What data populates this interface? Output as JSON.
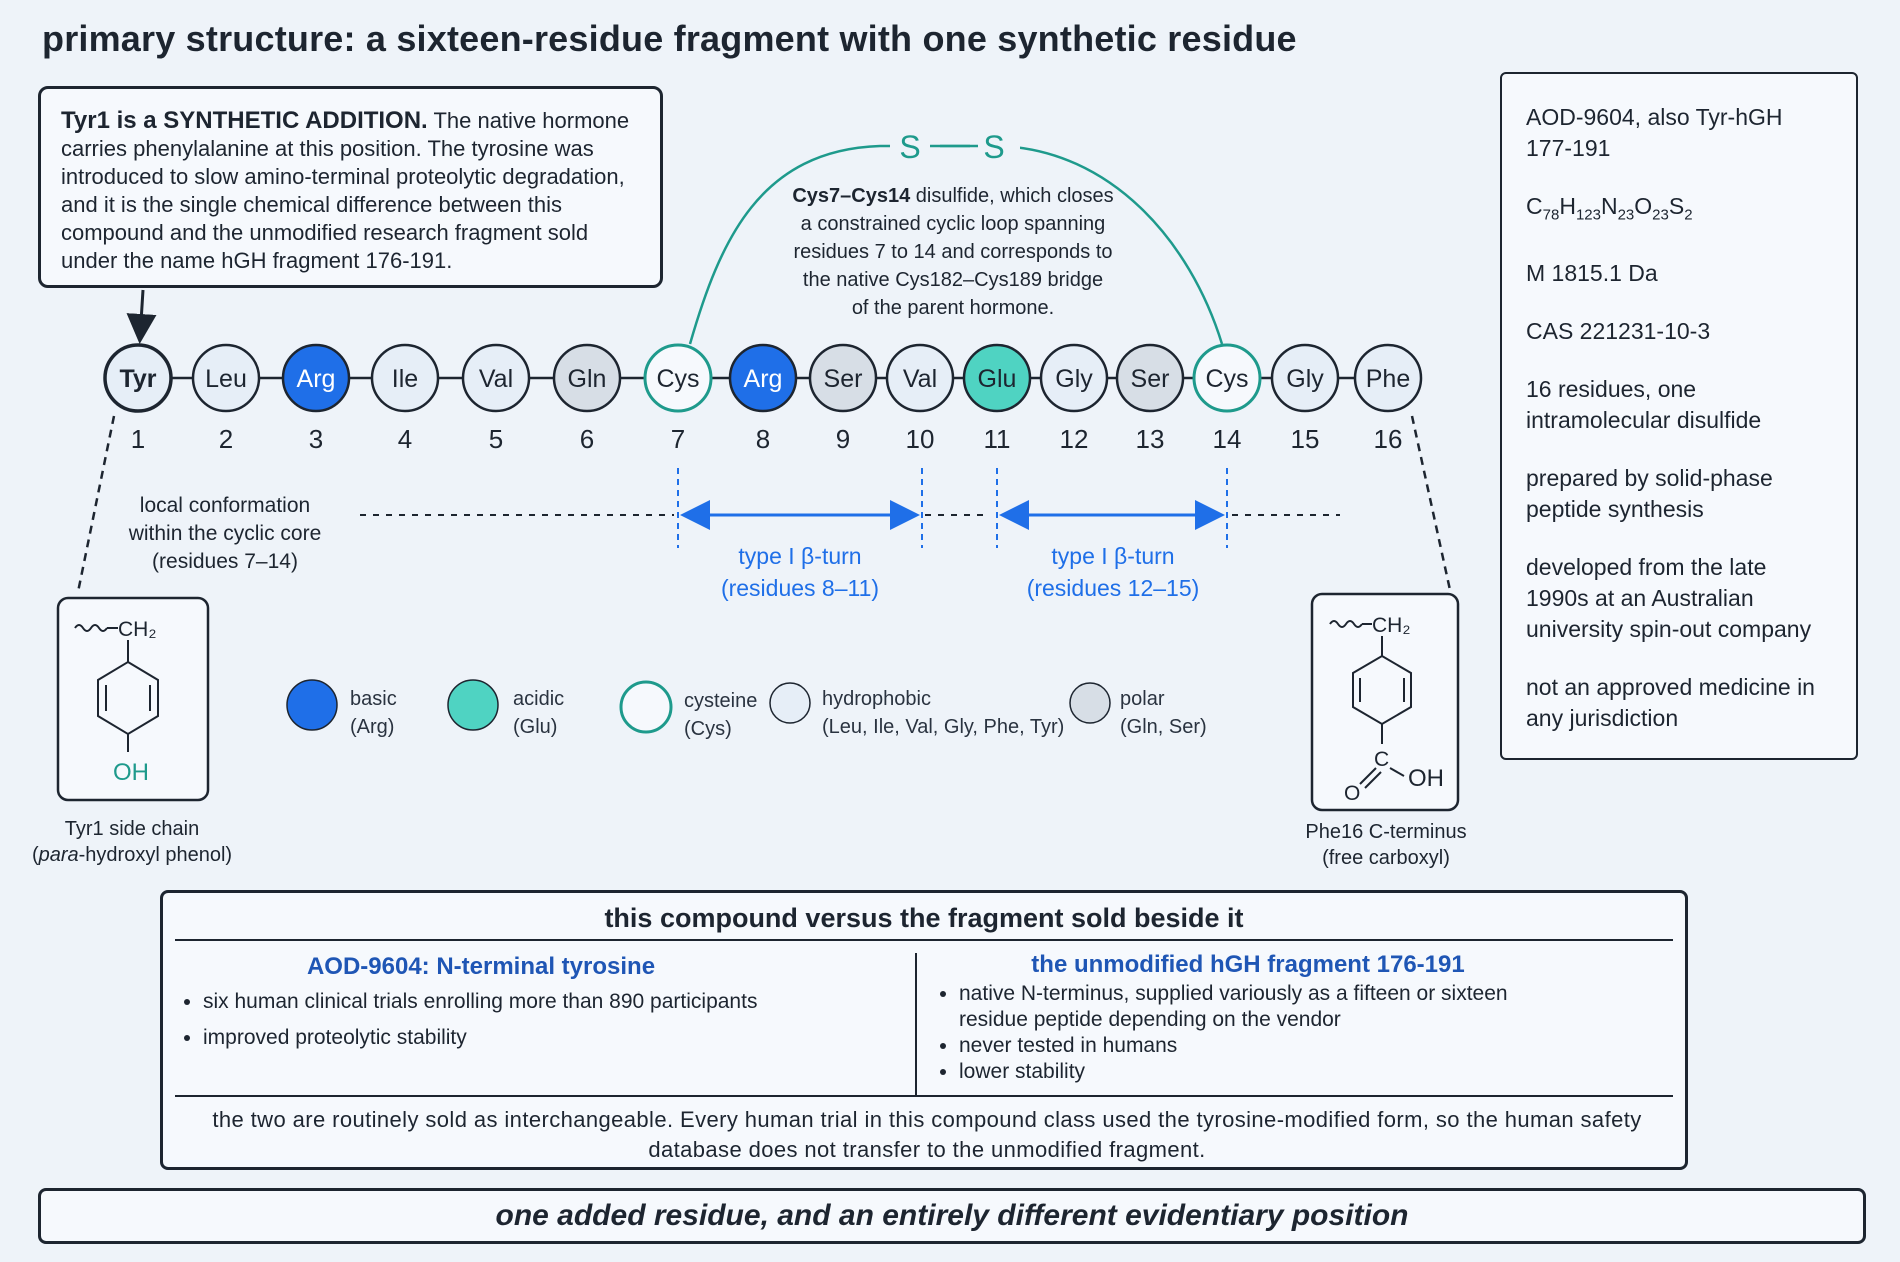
{
  "title": "primary structure: a sixteen-residue fragment with one synthetic residue",
  "note": {
    "lead": "Tyr1 is a SYNTHETIC ADDITION.",
    "text": " The native hormone carries phenylalanine at this position. The tyrosine was introduced to slow amino-terminal proteolytic degradation, and it is the single chemical difference between this compound and the unmodified research fragment sold under the name hGH fragment 176-191."
  },
  "disulfide": {
    "s_left": "S",
    "s_right": "S",
    "lead": "Cys7–Cys14",
    "lines": [
      " disulfide, which closes",
      "a constrained cyclic loop spanning",
      "residues 7 to 14 and corresponds to",
      "the native Cys182–Cys189 bridge",
      "of the parent hormone."
    ]
  },
  "residues": [
    {
      "name": "Tyr",
      "num": "1",
      "cls": "synthetic"
    },
    {
      "name": "Leu",
      "num": "2",
      "cls": "hydrophobic"
    },
    {
      "name": "Arg",
      "num": "3",
      "cls": "basic"
    },
    {
      "name": "Ile",
      "num": "4",
      "cls": "hydrophobic"
    },
    {
      "name": "Val",
      "num": "5",
      "cls": "hydrophobic"
    },
    {
      "name": "Gln",
      "num": "6",
      "cls": "polar"
    },
    {
      "name": "Cys",
      "num": "7",
      "cls": "cysteine"
    },
    {
      "name": "Arg",
      "num": "8",
      "cls": "basic"
    },
    {
      "name": "Ser",
      "num": "9",
      "cls": "polar"
    },
    {
      "name": "Val",
      "num": "10",
      "cls": "hydrophobic"
    },
    {
      "name": "Glu",
      "num": "11",
      "cls": "acidic"
    },
    {
      "name": "Gly",
      "num": "12",
      "cls": "hydrophobic"
    },
    {
      "name": "Ser",
      "num": "13",
      "cls": "polar"
    },
    {
      "name": "Cys",
      "num": "14",
      "cls": "cysteine"
    },
    {
      "name": "Gly",
      "num": "15",
      "cls": "hydrophobic"
    },
    {
      "name": "Phe",
      "num": "16",
      "cls": "hydrophobic"
    }
  ],
  "colors": {
    "basic": "#1f6fe8",
    "acidic": "#4fd3c2",
    "cysteine_ring": "#1e9a8c",
    "hydrophobic": "#e6eef7",
    "polar": "#d7dee6",
    "turn": "#1f6fe8",
    "outline": "#1d2530"
  },
  "conformation": {
    "label_lines": [
      "local conformation",
      "within the cyclic core",
      "(residues 7–14)"
    ],
    "turns": [
      {
        "title": "type I β-turn",
        "range": "(residues 8–11)"
      },
      {
        "title": "type I β-turn",
        "range": "(residues 12–15)"
      }
    ]
  },
  "legend": [
    {
      "cls": "basic",
      "line1": "basic",
      "line2": "(Arg)"
    },
    {
      "cls": "acidic",
      "line1": "acidic",
      "line2": "(Glu)"
    },
    {
      "cls": "cysteine",
      "line1": "cysteine",
      "line2": "(Cys)"
    },
    {
      "cls": "hydrophobic",
      "line1": "hydrophobic",
      "line2": "(Leu, Ile, Val, Gly, Phe, Tyr)"
    },
    {
      "cls": "polar",
      "line1": "polar",
      "line2": "(Gln, Ser)"
    }
  ],
  "tyr_struct": {
    "ch2": "CH₂",
    "oh": "OH",
    "caption1": "Tyr1 side chain",
    "caption2_italic": "para",
    "caption2_rest": "-hydroxyl phenol)"
  },
  "phe_struct": {
    "ch2": "CH₂",
    "c": "C",
    "o": "O",
    "oh": "OH",
    "caption1": "Phe16 C-terminus",
    "caption2": "(free carboxyl)"
  },
  "info": {
    "name": "AOD-9604, also Tyr-hGH 177-191",
    "formula_parts": [
      [
        "C",
        "78"
      ],
      [
        "H",
        "123"
      ],
      [
        "N",
        "23"
      ],
      [
        "O",
        "23"
      ],
      [
        "S",
        "2"
      ]
    ],
    "mass": "M 1815.1 Da",
    "cas": "CAS 221231-10-3",
    "residues": "16 residues, one intramolecular disulfide",
    "synthesis": "prepared by solid-phase peptide synthesis",
    "origin": "developed from the late 1990s at an Australian university spin-out company",
    "status": "not an approved medicine in any jurisdiction"
  },
  "comparison": {
    "title": "this compound versus the fragment sold beside it",
    "left": {
      "heading": "AOD-9604: N-terminal tyrosine",
      "items": [
        "six human clinical trials enrolling more than 890 participants",
        "improved proteolytic stability"
      ]
    },
    "right": {
      "heading": "the unmodified hGH fragment 176-191",
      "items": [
        "native N-terminus, supplied variously as a fifteen or sixteen residue peptide depending on the vendor",
        "never tested in humans",
        "lower stability"
      ]
    },
    "note": "the two are routinely sold as interchangeable. Every human trial in this compound class used the tyrosine-modified form, so the human safety database does not transfer to the unmodified fragment."
  },
  "closing": "one added residue, and an entirely different evidentiary position"
}
